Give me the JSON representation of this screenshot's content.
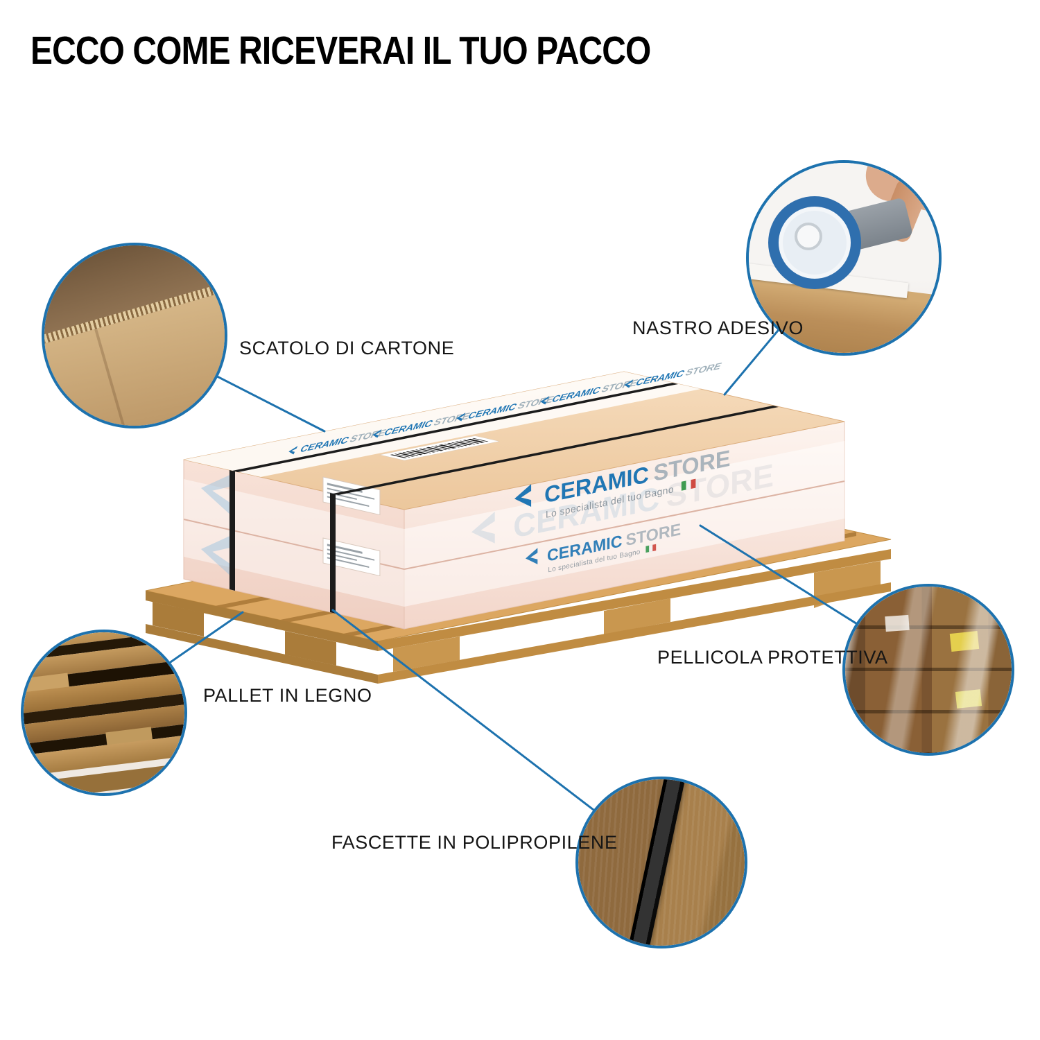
{
  "title": "ECCO COME RICEVERAI IL TUO PACCO",
  "brand": {
    "name_primary": "CERAMIC",
    "name_secondary": "STORE",
    "tagline": "Lo specialista del tuo Bagno"
  },
  "callouts": {
    "cardboard": {
      "label": "SCATOLO DI CARTONE"
    },
    "tape": {
      "label": "NASTRO ADESIVO"
    },
    "film": {
      "label": "PELLICOLA PROTETTIVA"
    },
    "pallet": {
      "label": "PALLET IN LEGNO"
    },
    "straps": {
      "label": "FASCETTE IN POLIPROPILENE"
    }
  },
  "colors": {
    "accent_blue": "#1d72ae",
    "logo_blue": "#2076b4",
    "logo_gray": "#aab4bc",
    "box_top": "#f0cfa8",
    "box_front": "#fbeee7",
    "pallet_wood": "#d9a75f",
    "strap_black": "#1c1c1c",
    "flag_green": "#3d9b52",
    "flag_red": "#cf4a41"
  }
}
